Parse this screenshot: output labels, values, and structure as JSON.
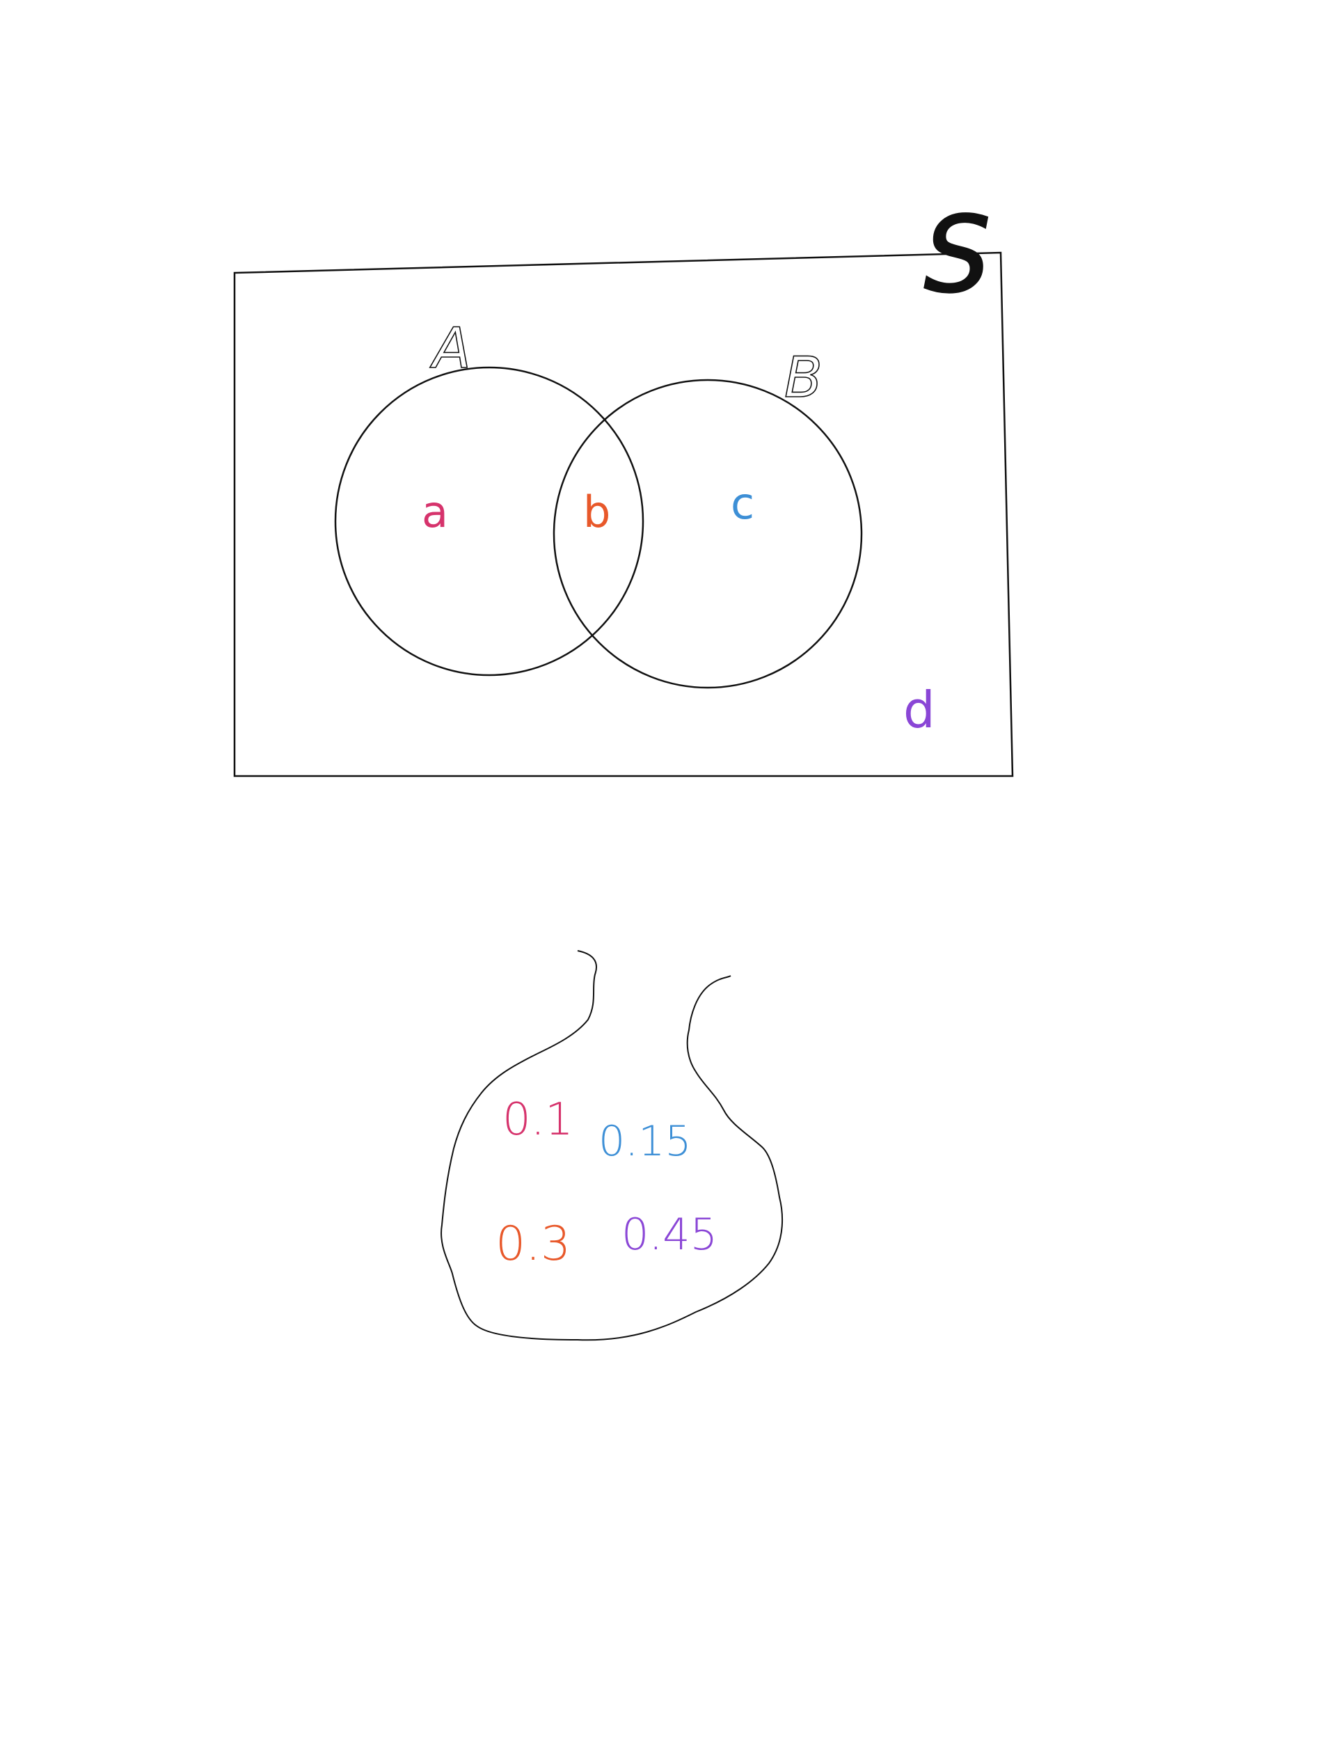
{
  "diagram": {
    "sample_space_label": "S",
    "set_a_label": "A",
    "set_b_label": "B",
    "regions": {
      "a": "a",
      "b": "b",
      "c": "c",
      "d": "d"
    }
  },
  "blob": {
    "values": {
      "v1": "0.1",
      "v2": "0.15",
      "v3": "0.3",
      "v4": "0.45"
    }
  },
  "colors": {
    "stroke": "#111111",
    "a": "#d6336c",
    "b": "#e8582a",
    "c": "#3d8fd6",
    "d": "#8a46d6"
  }
}
